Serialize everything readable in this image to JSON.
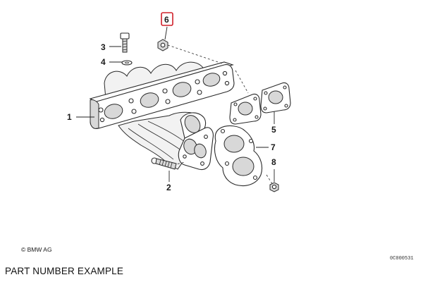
{
  "diagram": {
    "callouts": [
      "1",
      "2",
      "3",
      "4",
      "5",
      "6",
      "7",
      "8"
    ],
    "highlighted_callout": "6",
    "highlight_color": "#d0202a",
    "copyright": "© BMW AG",
    "drawing_code": "0C000531"
  },
  "caption": "PART NUMBER EXAMPLE"
}
